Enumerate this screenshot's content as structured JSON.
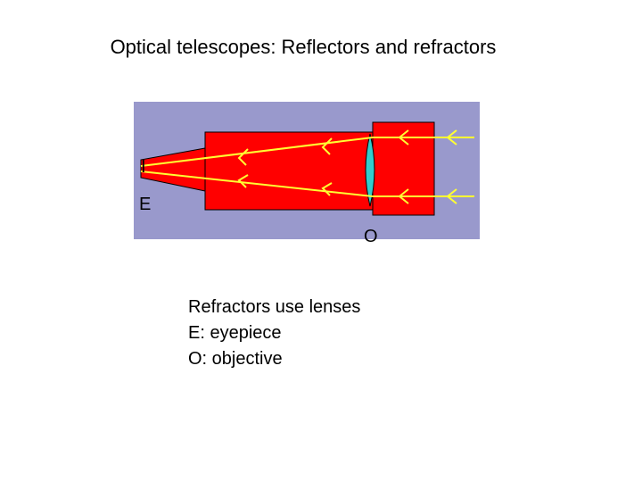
{
  "title": "Optical telescopes: Reflectors and refractors",
  "diagram": {
    "labels": {
      "image": "I",
      "eyepiece": "E",
      "objective": "O"
    },
    "colors": {
      "background": "#9999CC",
      "tube": "#FF0000",
      "tube_outline": "#000000",
      "lens": "#33CCCC",
      "light_ray": "#FFFF33"
    }
  },
  "caption": {
    "lines": [
      "Refractors use lenses",
      "E: eyepiece",
      "O: objective"
    ]
  }
}
